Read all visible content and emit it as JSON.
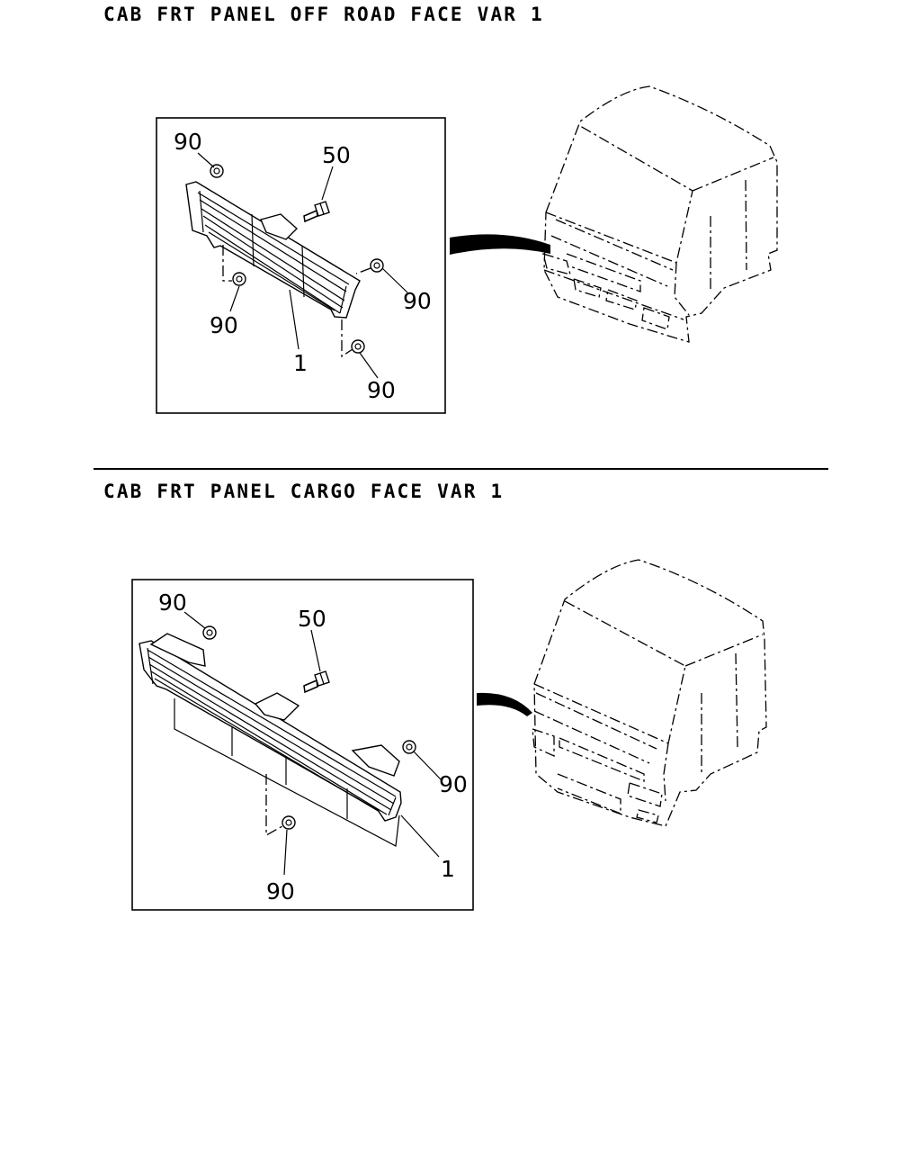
{
  "sections": [
    {
      "title": "CAB FRT PANEL OFF ROAD FACE VAR 1",
      "callouts": [
        "90",
        "50",
        "90",
        "90",
        "90",
        "1"
      ]
    },
    {
      "title": "CAB FRT PANEL CARGO FACE VAR 1",
      "callouts": [
        "90",
        "50",
        "90",
        "90",
        "1"
      ]
    }
  ]
}
